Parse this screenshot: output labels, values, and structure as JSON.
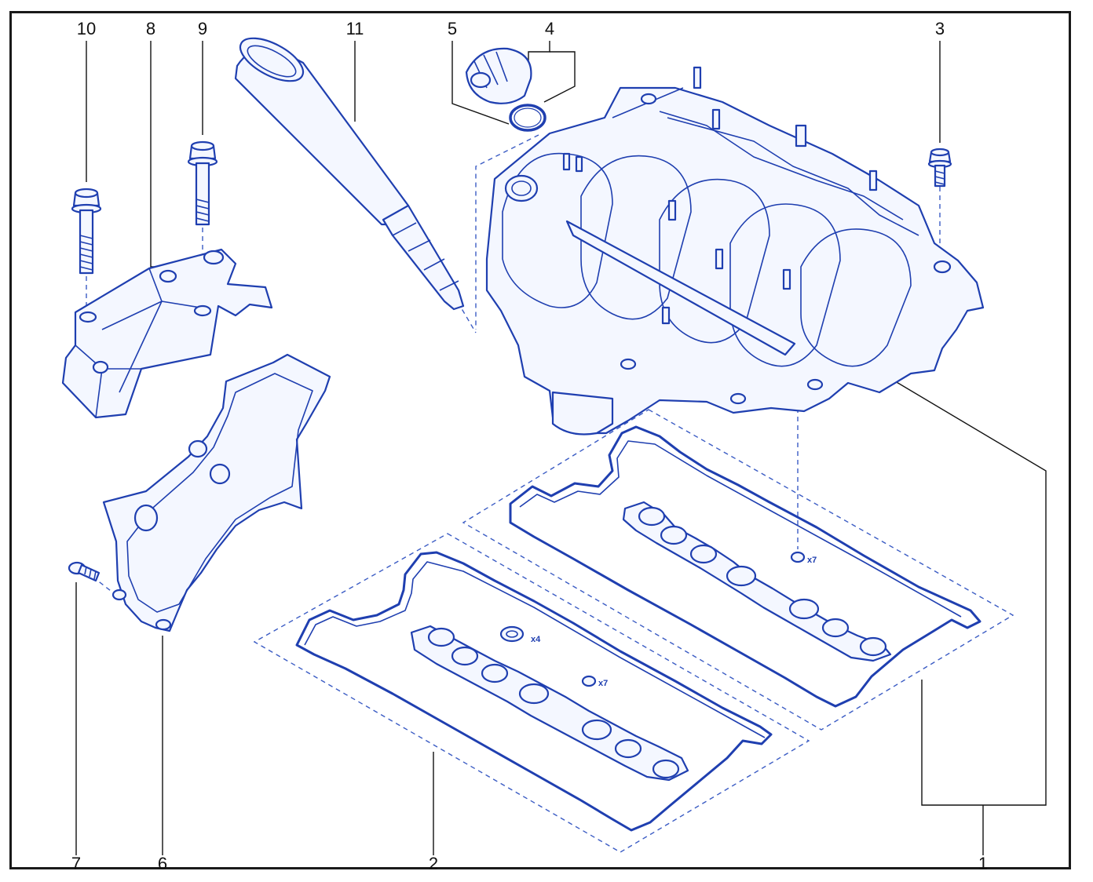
{
  "diagram": {
    "callouts": [
      {
        "id": "callout-10",
        "label": "10"
      },
      {
        "id": "callout-8",
        "label": "8"
      },
      {
        "id": "callout-9",
        "label": "9"
      },
      {
        "id": "callout-11",
        "label": "11"
      },
      {
        "id": "callout-5",
        "label": "5"
      },
      {
        "id": "callout-4",
        "label": "4"
      },
      {
        "id": "callout-3",
        "label": "3"
      },
      {
        "id": "callout-7",
        "label": "7"
      },
      {
        "id": "callout-6",
        "label": "6"
      },
      {
        "id": "callout-2",
        "label": "2"
      },
      {
        "id": "callout-1",
        "label": "1"
      }
    ],
    "quantities": {
      "seals_upper": "x7",
      "seals_lower_ring": "x4",
      "seals_lower": "x7"
    },
    "colors": {
      "line": "#1f3fb0",
      "frame": "#1a1a1a",
      "label": "#111111"
    }
  }
}
